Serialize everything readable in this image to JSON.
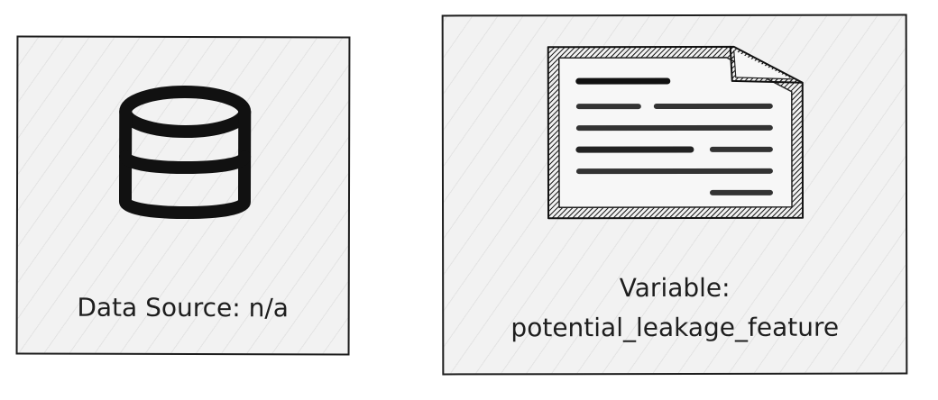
{
  "data_source_card": {
    "icon": "database-icon",
    "label": "Data Source: n/a"
  },
  "variable_card": {
    "icon": "document-icon",
    "label_line1": "Variable:",
    "label_line2": "potential_leakage_feature"
  },
  "colors": {
    "stroke": "#1e1e1e",
    "card_fill": "#f2f2f2",
    "hatch": "#d7d7d7"
  }
}
